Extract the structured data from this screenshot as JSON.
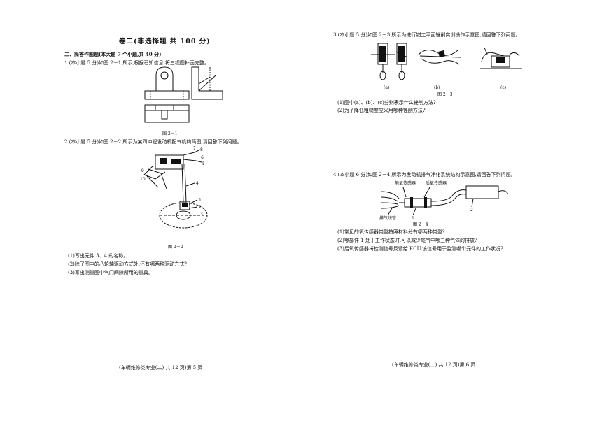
{
  "left": {
    "title": "卷二(非选择题   共 100 分)",
    "section": "二、简答作图题(本大题 7 个小题,共 40 分)",
    "q1": {
      "text": "1.(本小题 5 分)如图 2－1 所示,根据已知信息,将三视图补画完整。",
      "caption": "图 2－1"
    },
    "q2": {
      "text": "2.(本小题 5 分)如图 2－2 所示为某四冲程发动机配气机构简图,请回答下列问题。",
      "caption": "图 2－2",
      "labels": [
        "7",
        "8",
        "6",
        "5",
        "9",
        "10",
        "4",
        "1",
        "2",
        "3"
      ],
      "subq": [
        "(1)写出元件 3、4 的名称。",
        "(2)除了图中的凸轮轴驱动方式外,还有哪两种驱动方式?",
        "(3)写出测量图中气门间隙所用的量具。"
      ]
    },
    "footer": "(车辆维修类专业(二)   共 12 页)第 5 页"
  },
  "right": {
    "q3": {
      "text": "3.(本小题 5 分)如图 2－3 所示为进行钳工平面锉削实训操作示意图,请回答下列问题。",
      "sub_labels": [
        "(a)",
        "(b)",
        "(c)"
      ],
      "caption": "图 2－3",
      "subq": [
        "(1)图中(a)、(b)、(c)分别表示什么锉削方法?",
        "(2)为了降低粗糙度应采用哪种锉削方法?"
      ]
    },
    "q4": {
      "text": "4.(本小题 6 分)如图 2－4 所示为发动机排气净化系统结构示意图,请回答下列问题。",
      "labels": {
        "front_sensor": "前氧传感器",
        "rear_sensor": "后氧传感器",
        "exhaust_pipe": "排气歧管",
        "part1": "1",
        "part2": "2"
      },
      "caption": "图 2－4",
      "subq": [
        "(1)常见的氧传感器类型按照材料分有哪两种类型?",
        "(2)零部件 1 处于工作状态时,可以减少尾气中哪三种气体的排放?",
        "(3)后氧传感器将检测信号反馈给 ECU,该信号用于监测哪个元件的工作状况?"
      ]
    },
    "footer": "(车辆维修类专业(二)   共 12 页)第 6 页"
  }
}
